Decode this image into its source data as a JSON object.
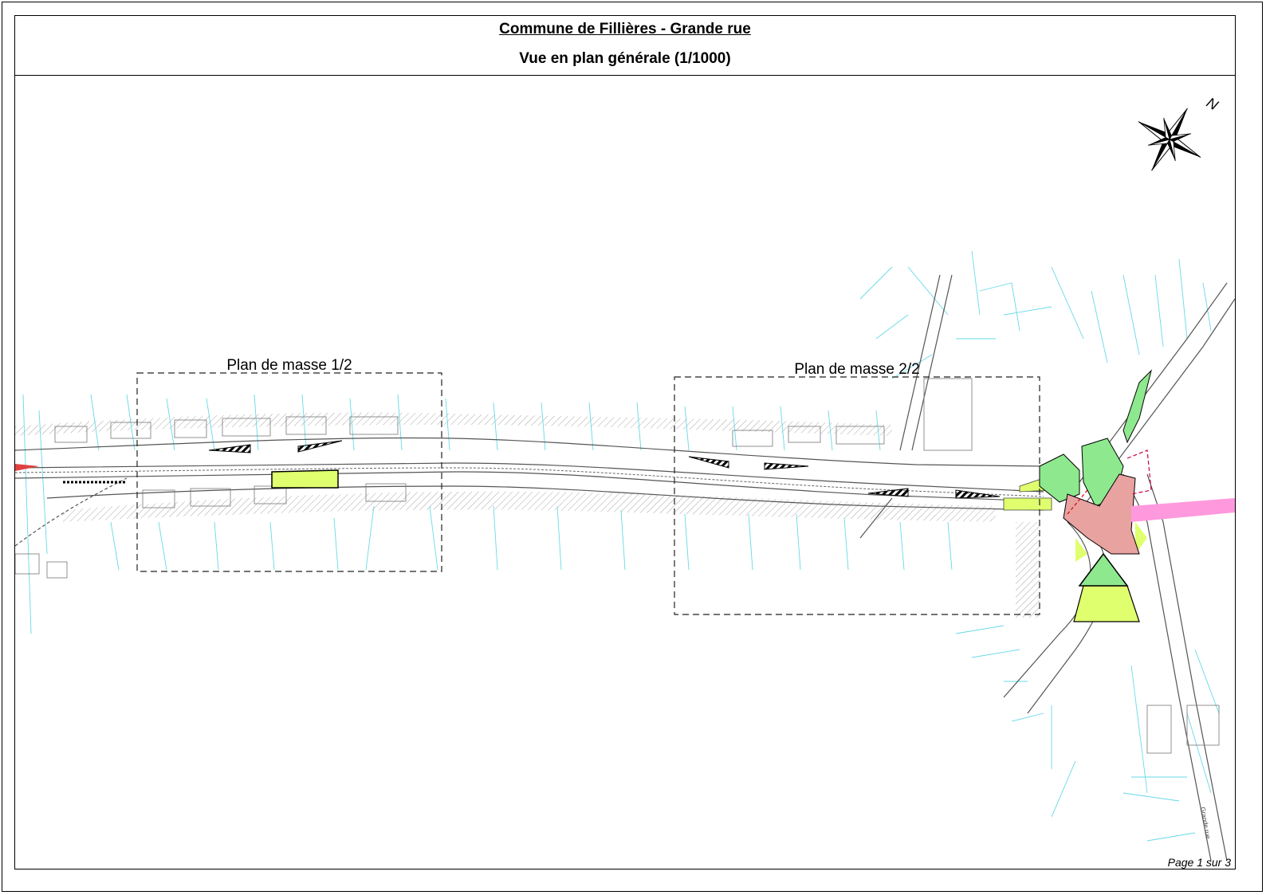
{
  "header": {
    "title": "Commune de Fillières - Grande rue",
    "subtitle": "Vue en plan générale (1/1000)"
  },
  "plan": {
    "zone_1_label": "Plan de masse 1/2",
    "zone_2_label": "Plan de masse 2/2",
    "north_label": "N",
    "street_label": "Grande rue",
    "colors": {
      "parcel_lines": "#66d9e8",
      "road_lines": "#555555",
      "green_area": "#8ee88e",
      "yellow_area": "#dfff6e",
      "intersection": "#e8a2a0",
      "pink_path": "#ff99dd",
      "hatch": "#999999"
    }
  },
  "footer": {
    "page": "Page 1 sur 3"
  }
}
